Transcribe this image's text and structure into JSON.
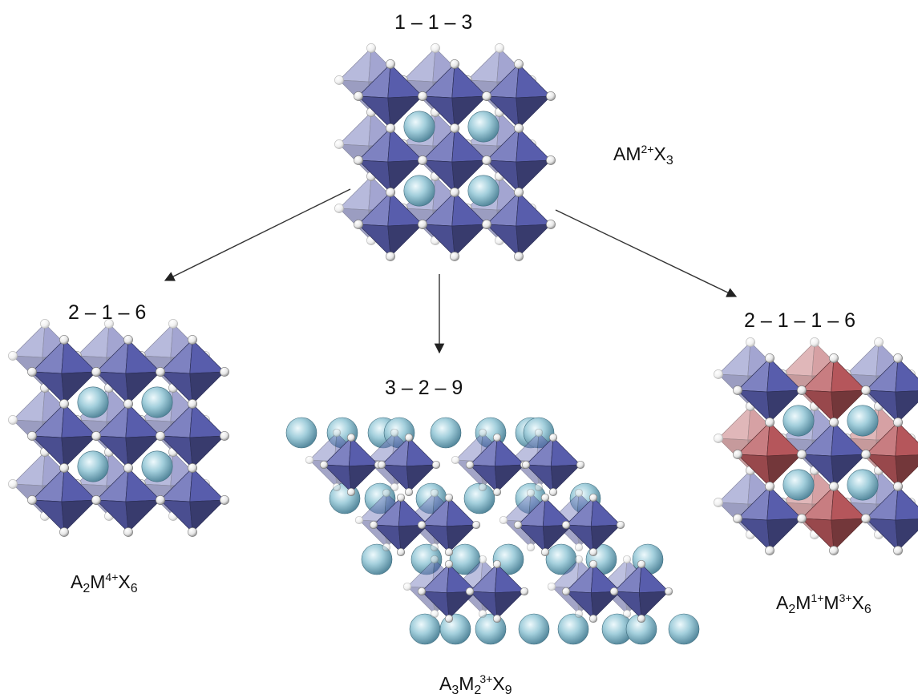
{
  "colors": {
    "octahedron_blue": "#5a5fb0",
    "octahedron_red": "#b9585d",
    "sphere": "#9fcad8",
    "halide": "#ffffff",
    "arrow": "#333333"
  },
  "structures": {
    "s113": {
      "code": "1 – 1 – 3",
      "formula": {
        "p1": "AM",
        "sup1": "2+",
        "p2": "X",
        "sub2": "3"
      }
    },
    "s216": {
      "code": "2 – 1 – 6",
      "formula": {
        "p1": "A",
        "sub1": "2",
        "p2": "M",
        "sup2": "4+",
        "p3": "X",
        "sub3": "6"
      }
    },
    "s329": {
      "code": "3 – 2 – 9",
      "formula": {
        "p1": "A",
        "sub1": "3",
        "p2": "M",
        "sub2": "2",
        "sup2": "3+",
        "p3": "X",
        "sub3": "9"
      }
    },
    "s2116": {
      "code": "2 – 1 – 1 – 6",
      "formula": {
        "p1": "A",
        "sub1": "2",
        "p2": "M",
        "sup2": "1+",
        "p3": "M",
        "sup3": "3+",
        "p4": "X",
        "sub4": "6"
      }
    }
  }
}
